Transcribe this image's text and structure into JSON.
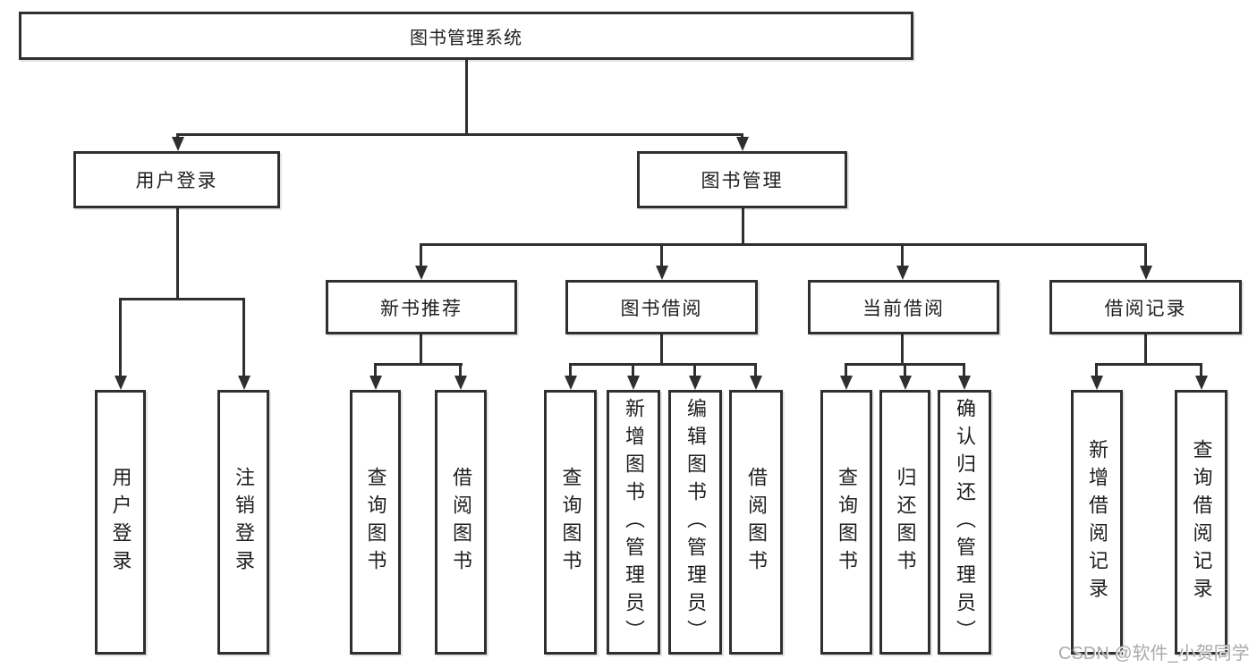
{
  "colors": {
    "line": "#2f2f2f",
    "text": "#1f1f1f",
    "watermark": "#ababab",
    "background": "#ffffff"
  },
  "diagram": {
    "root": {
      "label": "图书管理系统"
    },
    "branches": {
      "user_login": {
        "label": "用户登录"
      },
      "book_management": {
        "label": "图书管理"
      }
    },
    "modules": {
      "new_book_recommend": {
        "label": "新书推荐"
      },
      "book_borrow": {
        "label": "图书借阅"
      },
      "current_borrow": {
        "label": "当前借阅"
      },
      "borrow_records": {
        "label": "借阅记录"
      }
    },
    "leaves": {
      "user_login": {
        "label": "用户登录"
      },
      "logout": {
        "label": "注销登录"
      },
      "recommend_query_books": {
        "label": "查询图书"
      },
      "recommend_borrow_books": {
        "label": "借阅图书"
      },
      "borrow_query_books": {
        "label": "查询图书"
      },
      "borrow_add_books": {
        "label": "新增图书（管理员）"
      },
      "borrow_edit_books": {
        "label": "编辑图书（管理员）"
      },
      "borrow_borrow_books": {
        "label": "借阅图书"
      },
      "current_query_books": {
        "label": "查询图书"
      },
      "current_return_books": {
        "label": "归还图书"
      },
      "current_confirm_return": {
        "label": "确认归还（管理员）"
      },
      "records_add_record": {
        "label": "新增借阅记录"
      },
      "records_query_record": {
        "label": "查询借阅记录"
      }
    },
    "watermark": {
      "label": "CSDN @软件_小贺同学"
    }
  }
}
